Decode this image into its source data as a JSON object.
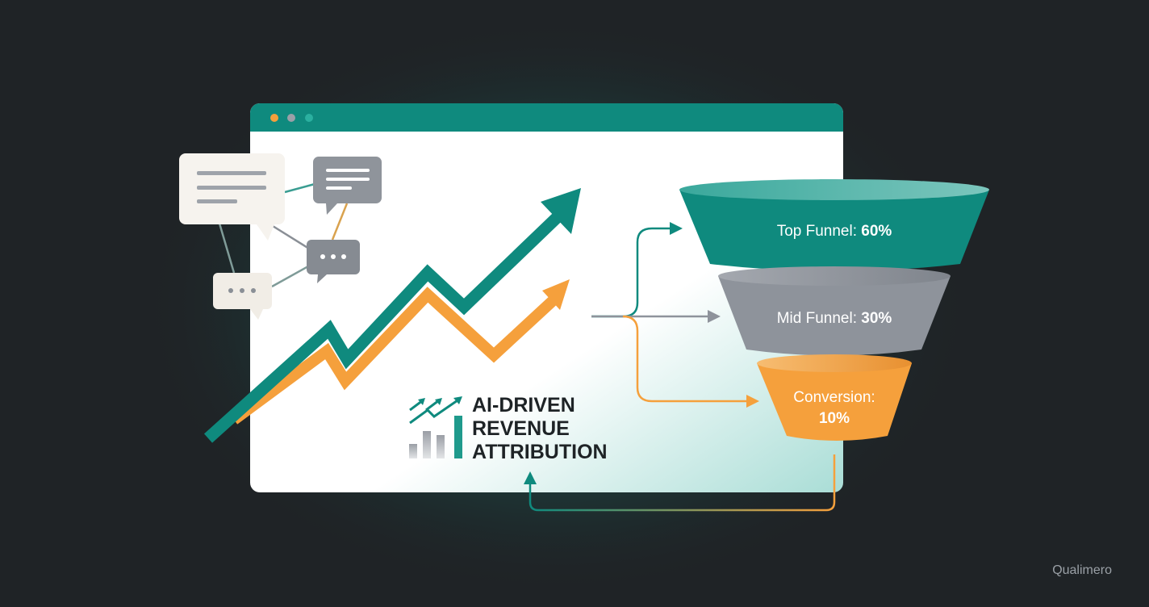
{
  "colors": {
    "background": "#1f2326",
    "teal": "#0f8a7e",
    "orange": "#f5a03c",
    "gray": "#8e939b"
  },
  "window": {
    "dots": [
      "orange",
      "gray",
      "teal"
    ]
  },
  "logo": {
    "lines": [
      "AI-DRIVEN",
      "REVENUE",
      "ATTRIBUTION"
    ]
  },
  "funnel": [
    {
      "label": "Top Funnel: ",
      "value": "60%"
    },
    {
      "label": "Mid Funnel: ",
      "value": "30%"
    },
    {
      "label": "Conversion:",
      "value": "10%"
    }
  ],
  "brand": "Qualimero"
}
